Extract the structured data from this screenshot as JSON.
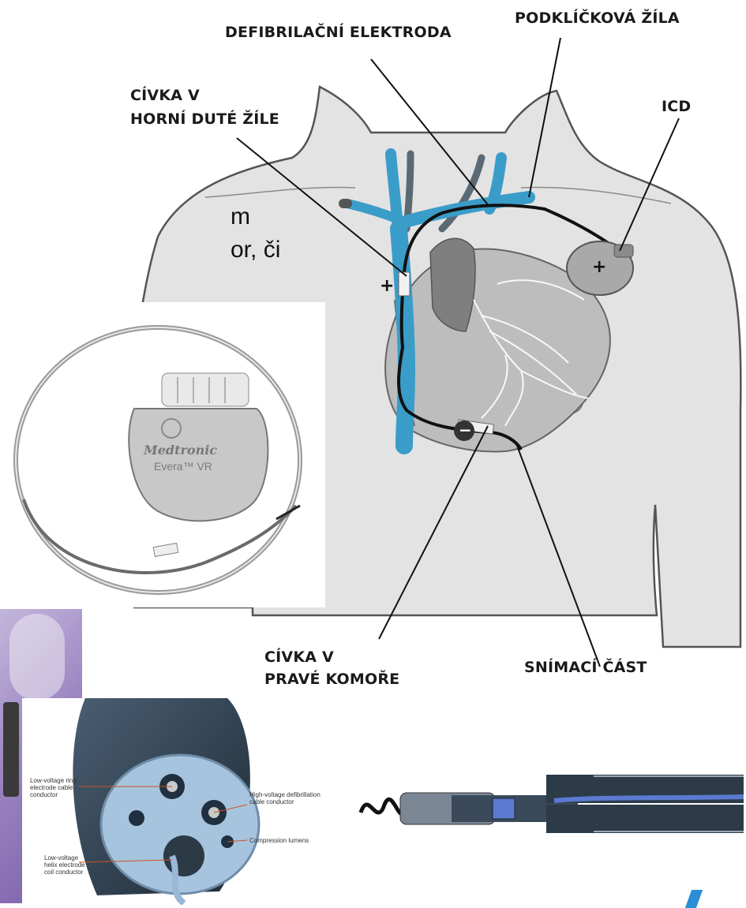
{
  "labels": {
    "defib_electrode": "DEFIBRILAČNÍ ELEKTRODA",
    "subclavian_vein": "PODKLÍČKOVÁ ŽÍLA",
    "svc_coil_line1": "CÍVKA V",
    "svc_coil_line2": "HORNÍ DUTÉ ŽÍLE",
    "icd": "ICD",
    "rv_coil_line1": "CÍVKA V",
    "rv_coil_line2": "PRAVÉ KOMOŘE",
    "sensing_part": "SNÍMACÍ ČÁST"
  },
  "polarity": {
    "plus_svc": "+",
    "plus_icd": "+",
    "minus_rv": "−"
  },
  "slide_text": {
    "line1": "m",
    "line2": "or, či"
  },
  "device": {
    "brand": "Medtronic",
    "model": "Evera™ VR"
  },
  "cross_section": {
    "ring_conductor": "Low-voltage ring electrode cable conductor",
    "high_voltage": "High-voltage defibrillation cable conductor",
    "compression": "Compression lumens",
    "helix_conductor": "Low-voltage helix electrode coil conductor"
  },
  "colors": {
    "vein": "#3a9cc9",
    "body_fill": "#e2e2e2",
    "body_stroke": "#555555",
    "lead": "#111111"
  }
}
